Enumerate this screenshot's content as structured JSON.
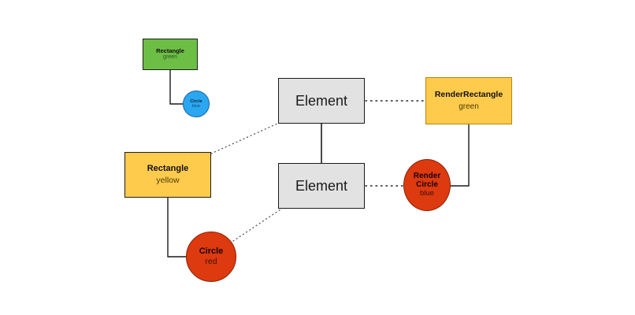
{
  "diagram": {
    "type": "widget-element-renderobject-tree",
    "background": "#FFFFFF",
    "nodes": {
      "widget_rectangle_green": {
        "title": "Rectangle",
        "subtitle": "green",
        "shape": "rectangle",
        "fill": "#6CBE45"
      },
      "widget_circle_blue": {
        "title": "Circle",
        "subtitle": "blue",
        "shape": "circle",
        "fill": "#2AA7F0"
      },
      "widget_rectangle_yellow": {
        "title": "Rectangle",
        "subtitle": "yellow",
        "shape": "rectangle",
        "fill": "#FFCB4C"
      },
      "widget_circle_red": {
        "title": "Circle",
        "subtitle": "red",
        "shape": "circle",
        "fill": "#DD3A0F"
      },
      "element_top": {
        "title": "Element",
        "shape": "rectangle",
        "fill": "#E2E2E2"
      },
      "element_bottom": {
        "title": "Element",
        "shape": "rectangle",
        "fill": "#E2E2E2"
      },
      "render_rectangle": {
        "title": "RenderRectangle",
        "subtitle": "green",
        "shape": "rectangle",
        "fill": "#FFCB4C"
      },
      "render_circle": {
        "title_line1": "Render",
        "title_line2": "Circle",
        "subtitle": "blue",
        "shape": "circle",
        "fill": "#DD3A0F"
      }
    },
    "edges": [
      {
        "name": "green-rectangle-to-blue-circle",
        "style": "solid",
        "color": "#1a1a1a"
      },
      {
        "name": "yellow-rectangle-to-red-circle",
        "style": "solid",
        "color": "#1a1a1a"
      },
      {
        "name": "element-top-to-element-bottom",
        "style": "solid",
        "color": "#1a1a1a"
      },
      {
        "name": "render-rectangle-to-render-circle",
        "style": "solid",
        "color": "#1a1a1a"
      },
      {
        "name": "yellow-rectangle-to-element-top",
        "style": "dotted",
        "color": "#555555"
      },
      {
        "name": "red-circle-to-element-bottom",
        "style": "dotted",
        "color": "#555555"
      },
      {
        "name": "element-top-to-render-rectangle",
        "style": "dotted",
        "color": "#222222"
      },
      {
        "name": "element-bottom-to-render-circle",
        "style": "dotted",
        "color": "#222222"
      }
    ]
  }
}
